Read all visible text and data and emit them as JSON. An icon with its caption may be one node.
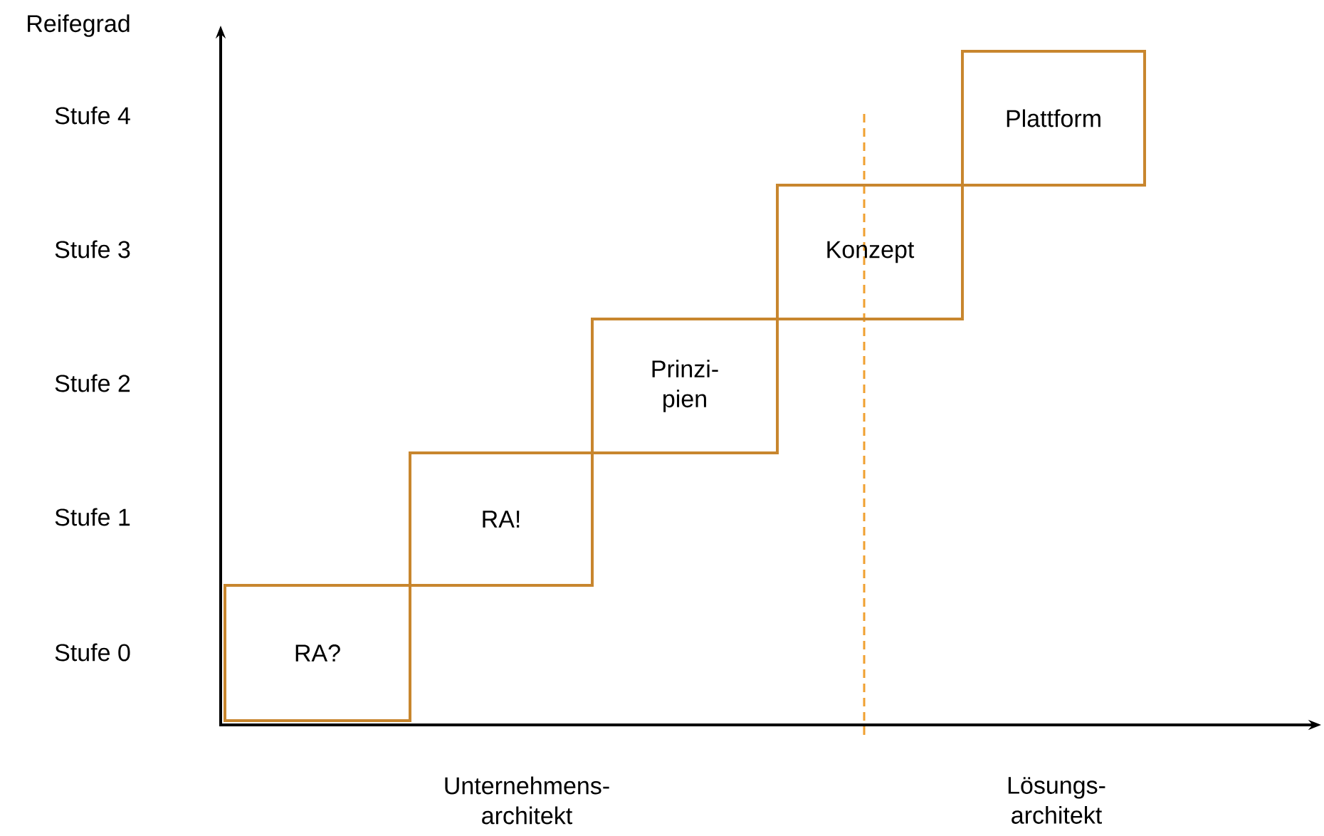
{
  "diagram": {
    "nodes": [
      {
        "text": [
          "RA?"
        ]
      },
      {
        "text": [
          "RA!"
        ]
      },
      {
        "text": [
          "Prinzi- pien"
        ]
      },
      {
        "text": [
          "Konzept"
        ]
      },
      {
        "text": [
          "Plattform"
        ]
      }
    ],
    "labels": [
      "Reifegrad",
      "Stufe 4",
      "Stufe 3",
      "Stufe 2",
      "Stufe 1",
      "Stufe 0",
      "Unternehmens- architekt",
      "Lösungs- architekt"
    ]
  }
}
